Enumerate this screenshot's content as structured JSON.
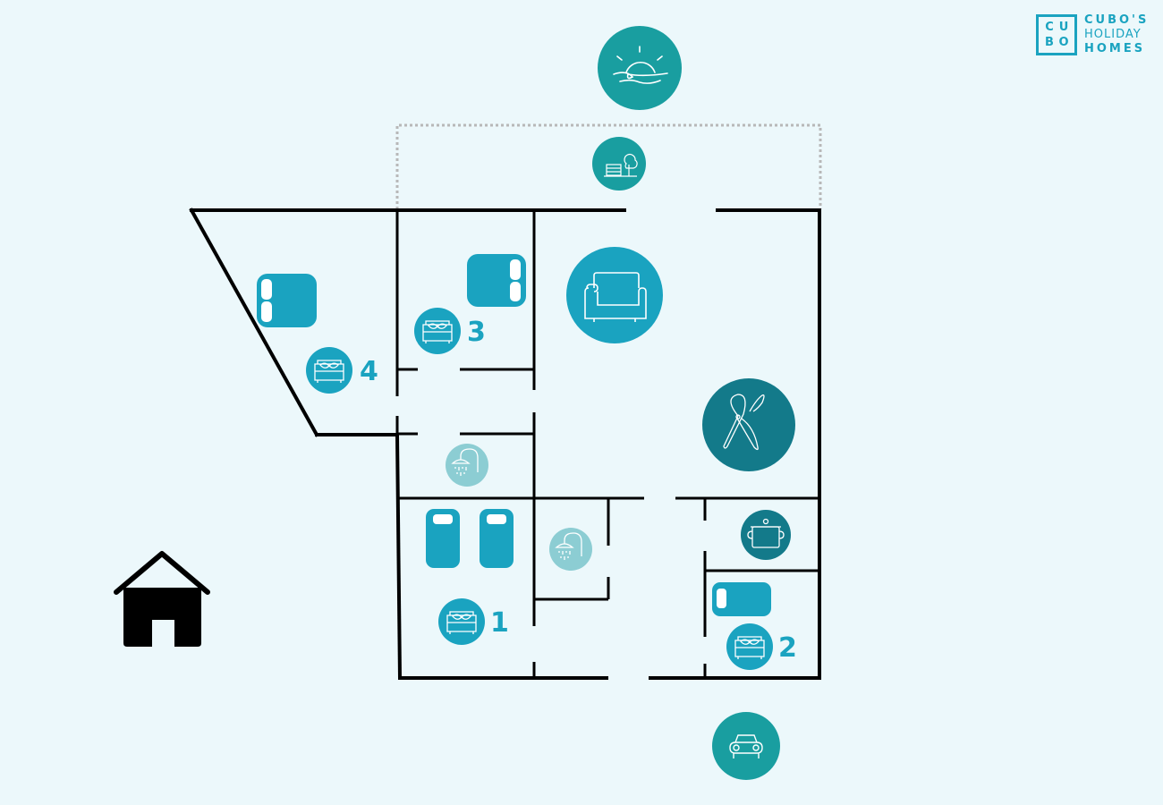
{
  "logo": {
    "letters": [
      "C",
      "U",
      "B",
      "O"
    ],
    "line1": "CUBO'S",
    "line2": "HOLIDAY",
    "line3": "HOMES"
  },
  "colors": {
    "background": "#ecf8fb",
    "primary": "#1aa3c0",
    "teal": "#199ea0",
    "dark_teal": "#137a8a",
    "bath": "#8ccdd3",
    "wall": "#000000",
    "terrace_border": "#b8b8b8"
  },
  "rooms": [
    {
      "id": "bedroom-1",
      "number": "1",
      "type": "bedroom",
      "beds": [
        "single",
        "single"
      ]
    },
    {
      "id": "bedroom-2",
      "number": "2",
      "type": "bedroom",
      "beds": [
        "single"
      ]
    },
    {
      "id": "bedroom-3",
      "number": "3",
      "type": "bedroom",
      "beds": [
        "double"
      ]
    },
    {
      "id": "bedroom-4",
      "number": "4",
      "type": "bedroom",
      "beds": [
        "double"
      ]
    },
    {
      "id": "living-room",
      "type": "living-room",
      "icon": "sofa-icon"
    },
    {
      "id": "dining",
      "type": "dining",
      "icon": "fork-spoon-icon"
    },
    {
      "id": "kitchen",
      "type": "kitchen",
      "icon": "cooking-pot-icon"
    },
    {
      "id": "bathroom-a",
      "type": "bathroom",
      "icon": "shower-icon"
    },
    {
      "id": "bathroom-b",
      "type": "bathroom",
      "icon": "shower-icon"
    },
    {
      "id": "terrace",
      "type": "terrace",
      "icon": "garden-bench-icon"
    }
  ],
  "outside": [
    {
      "id": "sea-view",
      "icon": "sunset-sea-icon"
    },
    {
      "id": "parking",
      "icon": "car-icon"
    },
    {
      "id": "house",
      "icon": "house-icon"
    }
  ]
}
